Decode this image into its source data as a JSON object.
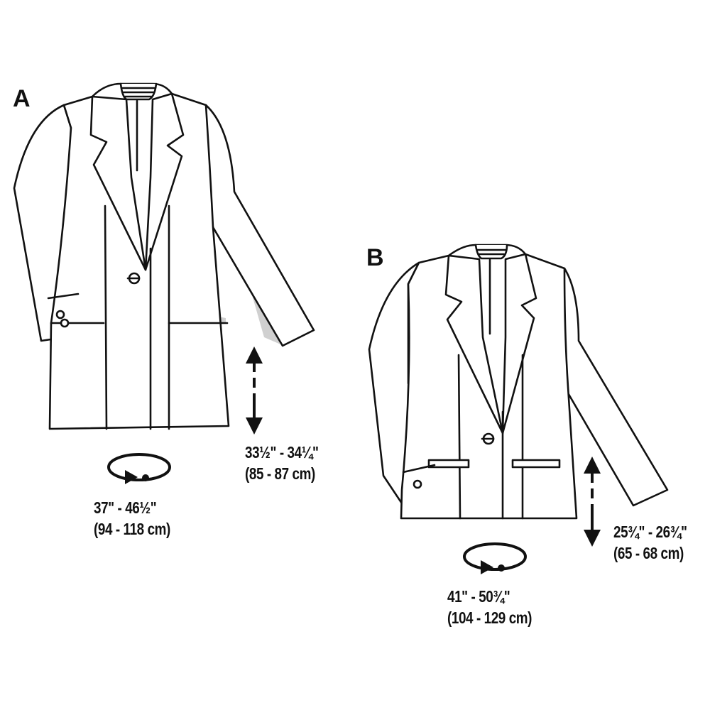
{
  "garments": [
    {
      "variant": "A",
      "length": {
        "imperial": "33½\" - 34¼\"",
        "metric": "(85 - 87 cm)"
      },
      "circumference": {
        "imperial": "37\" - 46½\"",
        "metric": "(94 - 118 cm)"
      }
    },
    {
      "variant": "B",
      "length": {
        "imperial": "25¾\" - 26¾\"",
        "metric": "(65 - 68 cm)"
      },
      "circumference": {
        "imperial": "41\" - 50¾\"",
        "metric": "(104 - 129 cm)"
      }
    }
  ],
  "icons": {
    "length": "double-arrow-vertical-icon",
    "circumference": "circular-arrow-icon"
  },
  "colors": {
    "line": "#111111",
    "shade": "#c8c8c8",
    "background": "#ffffff"
  }
}
